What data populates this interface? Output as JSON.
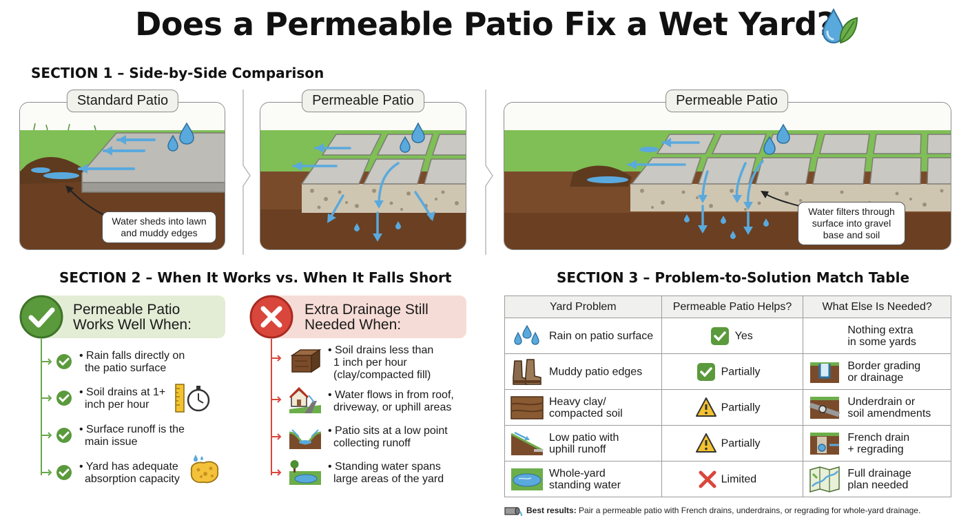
{
  "title": "Does a Permeable Patio Fix a Wet Yard?",
  "icons": {
    "title": "water-drop-leaf-icon"
  },
  "colors": {
    "water": "#5aa9dd",
    "grass": "#6cae4a",
    "soil": "#7a4b2a",
    "good": "#5a9a3c",
    "bad": "#d9463c",
    "warn": "#f2c230"
  },
  "section1": {
    "heading": "SECTION 1 – Side-by-Side Comparison",
    "panels": [
      {
        "label": "Standard Patio",
        "callout_line1": "Water sheds into lawn",
        "callout_line2": "and muddy edges"
      },
      {
        "label": "Permeable Patio"
      },
      {
        "label": "Permeable Patio",
        "callout_line1": "Water filters through",
        "callout_line2": "surface into gravel",
        "callout_line3": "base and soil"
      }
    ]
  },
  "section2": {
    "heading": "SECTION 2 – When It Works vs. When It Falls Short",
    "works": {
      "line1": "Permeable Patio",
      "line2": "Works Well When:",
      "items": [
        {
          "l1": "• Rain falls directly on",
          "l2": "the patio surface"
        },
        {
          "l1": "• Soil drains at 1+",
          "l2": "inch per hour",
          "icon": "ruler-stopwatch-icon"
        },
        {
          "l1": "• Surface runoff is the",
          "l2": "main issue"
        },
        {
          "l1": "• Yard has adequate",
          "l2": "absorption capacity",
          "icon": "sponge-icon"
        }
      ]
    },
    "short": {
      "line1": "Extra Drainage Still",
      "line2": "Needed When:",
      "items": [
        {
          "l1": "• Soil drains less than",
          "l2": "1 inch per hour",
          "l3": "(clay/compacted fill)",
          "icon": "soil-block-icon"
        },
        {
          "l1": "• Water flows in from roof,",
          "l2": "driveway, or uphill areas",
          "icon": "house-driveway-icon"
        },
        {
          "l1": "• Patio sits at a low point",
          "l2": "collecting runoff",
          "icon": "low-point-icon"
        },
        {
          "l1": "• Standing water spans",
          "l2": "large areas of the yard",
          "icon": "pond-icon"
        }
      ]
    }
  },
  "section3": {
    "heading": "SECTION 3 – Problem-to-Solution Match Table",
    "headers": [
      "Yard Problem",
      "Permeable Patio Helps?",
      "What Else Is Needed?"
    ],
    "rows": [
      {
        "problem1": "Rain on patio surface",
        "problem2": "",
        "helps": "Yes",
        "status": "yes",
        "needed1": "Nothing extra",
        "needed2": "in some yards",
        "picon": "raindrops-icon",
        "nicon": ""
      },
      {
        "problem1": "Muddy patio edges",
        "problem2": "",
        "helps": "Partially",
        "status": "yes",
        "needed1": "Border grading",
        "needed2": "or drainage",
        "picon": "boots-icon",
        "nicon": "border-drain-icon"
      },
      {
        "problem1": "Heavy clay/",
        "problem2": "compacted soil",
        "helps": "Partially",
        "status": "warn",
        "needed1": "Underdrain or",
        "needed2": "soil amendments",
        "picon": "clay-soil-icon",
        "nicon": "underdrain-icon"
      },
      {
        "problem1": "Low patio with",
        "problem2": "uphill runoff",
        "helps": "Partially",
        "status": "warn",
        "needed1": "French drain",
        "needed2": "+ regrading",
        "picon": "slope-runoff-icon",
        "nicon": "french-drain-icon"
      },
      {
        "problem1": "Whole-yard",
        "problem2": "standing water",
        "helps": "Limited",
        "status": "no",
        "needed1": "Full drainage",
        "needed2": "plan needed",
        "picon": "standing-water-icon",
        "nicon": "drainage-plan-icon"
      }
    ]
  },
  "footer": {
    "bold": "Best results:",
    "text": " Pair a permeable patio with French drains, underdrains, or regrading for whole-yard drainage.",
    "icon": "drain-pipe-icon"
  }
}
